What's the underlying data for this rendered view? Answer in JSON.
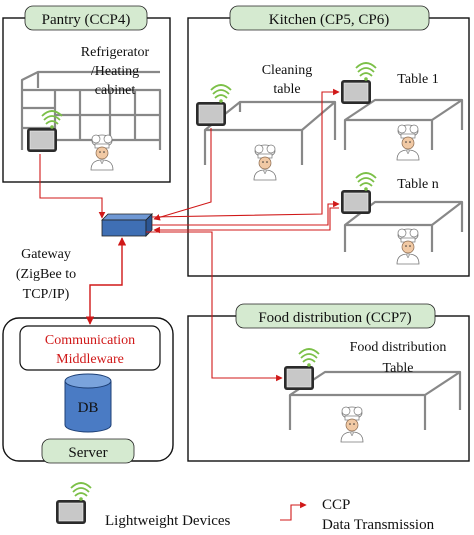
{
  "colors": {
    "zone_tag_fill": "#d5ead0",
    "flow_line": "#d01818",
    "middleware_text": "#d01818",
    "db_fill": "#4a7bc4",
    "gateway_fill": "#3f6fb4",
    "device_body": "#2b2b2b",
    "device_screen": "#c8c8c8",
    "wifi": "#7cc048"
  },
  "zones": {
    "pantry": {
      "title": "Pantry (CCP4)"
    },
    "kitchen": {
      "title": "Kitchen (CP5, CP6)"
    },
    "food_distribution": {
      "title": "Food distribution (CCP7)"
    },
    "server": {
      "title": "Server"
    }
  },
  "labels": {
    "fridge": [
      "Refrigerator",
      "/Heating",
      "cabinet"
    ],
    "cleaning_table": [
      "Cleaning",
      "table"
    ],
    "table_1": "Table 1",
    "table_n": "Table n",
    "food_table": [
      "Food distribution",
      "Table"
    ],
    "gateway": [
      "Gateway",
      "(ZigBee to",
      "TCP/IP)"
    ],
    "middleware": [
      "Communication",
      "Middleware"
    ],
    "db": "DB"
  },
  "legend": {
    "device_label": "Lightweight Devices",
    "flow_label": [
      "CCP",
      "Data Transmission"
    ]
  },
  "icons": [
    "lightweight-device-icon",
    "wireless-signal-icon",
    "chef-icon",
    "gateway-icon",
    "database-icon",
    "arrow-icon"
  ]
}
